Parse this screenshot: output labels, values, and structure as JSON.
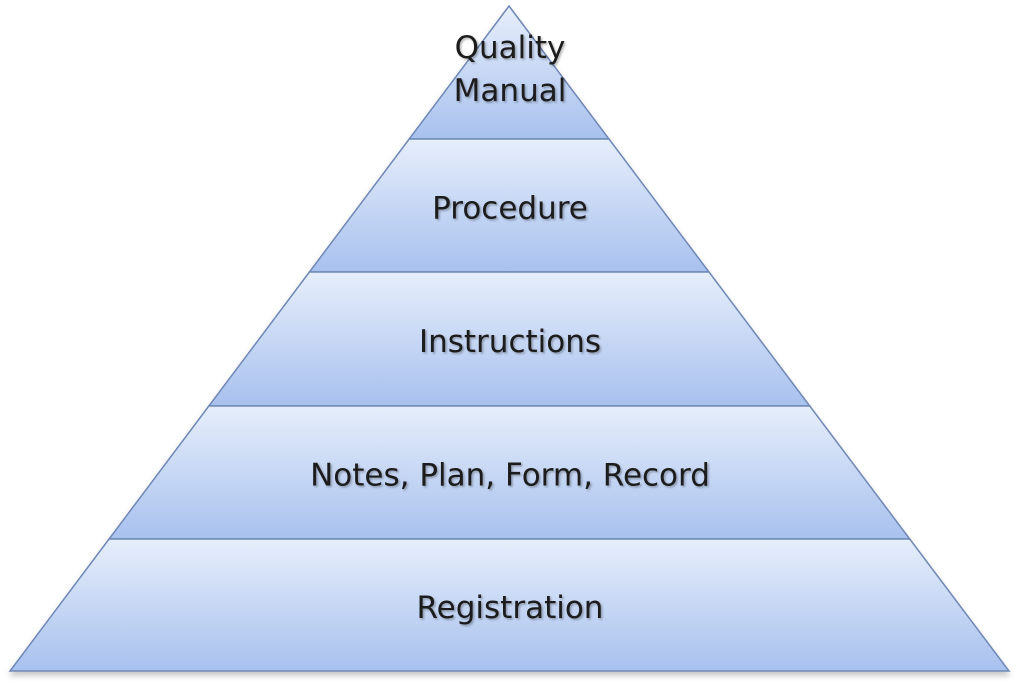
{
  "diagram": {
    "type": "pyramid",
    "levels": [
      {
        "label_lines": [
          "Quality",
          "Manual"
        ]
      },
      {
        "label_lines": [
          "Procedure"
        ]
      },
      {
        "label_lines": [
          "Instructions"
        ]
      },
      {
        "label_lines": [
          "Notes, Plan, Form, Record"
        ]
      },
      {
        "label_lines": [
          "Registration"
        ]
      }
    ],
    "colors": {
      "fill_top": "#e6eefb",
      "fill_bottom": "#a8c1ee",
      "stroke": "#6f88b6",
      "text": "#1a1a1a"
    }
  }
}
